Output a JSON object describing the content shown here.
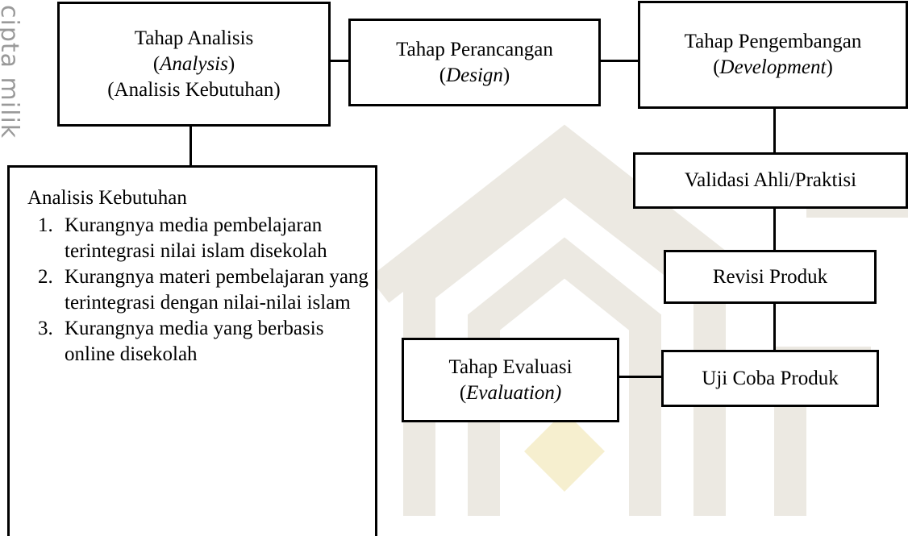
{
  "side_text": "cipta milik",
  "stages": {
    "analysis": {
      "line1": "Tahap Analisis",
      "line2": "Analysis",
      "line3": "(Analisis Kebutuhan)"
    },
    "design": {
      "line1": "Tahap Perancangan",
      "line2": "Design"
    },
    "development": {
      "line1": "Tahap Pengembangan",
      "line2": "Development"
    },
    "validation": {
      "label": "Validasi Ahli/Praktisi"
    },
    "revision": {
      "label": "Revisi Produk"
    },
    "trial": {
      "label": "Uji Coba Produk"
    },
    "evaluation": {
      "line1": "Tahap Evaluasi",
      "line2": "Evaluation)"
    }
  },
  "needs": {
    "title": "Analisis Kebutuhan",
    "items": [
      "Kurangnya media pembelajaran terintegrasi nilai islam disekolah",
      "Kurangnya materi pembelajaran yang terintegrasi dengan nilai-nilai islam",
      "Kurangnya media yang berbasis online disekolah"
    ]
  },
  "colors": {
    "border": "#000000",
    "side_text": "#9a9a9a",
    "watermark": "#e9e6de"
  }
}
